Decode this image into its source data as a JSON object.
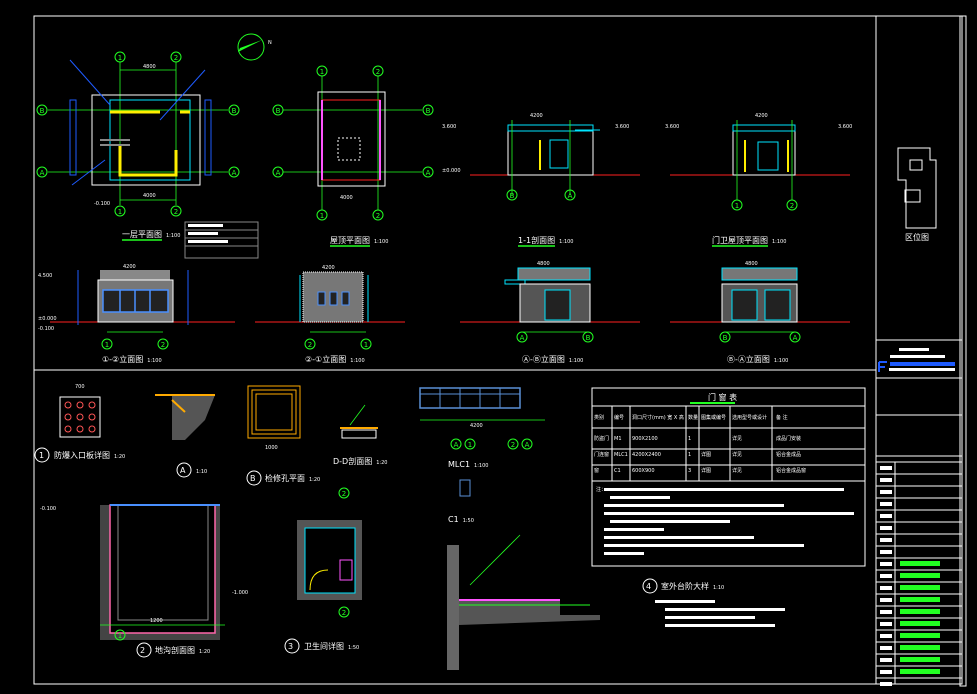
{
  "colors": {
    "background": "#000000",
    "frame": "#ffffff",
    "axis": "#22ff22",
    "wall": "#ffee00",
    "window": "#00e5ff",
    "note": "#1e5bff",
    "grid": "#ff2020"
  },
  "grid_axes": {
    "one": "1",
    "two": "2",
    "a": "A",
    "b": "B"
  },
  "north": "N",
  "drawings": {
    "floor_plan": {
      "title": "一层平面图",
      "scale": "1:100"
    },
    "roof_plan": {
      "title": "屋顶平面图",
      "scale": "1:100"
    },
    "section_1_1": {
      "title": "1-1剖面图",
      "scale": "1:100"
    },
    "guard_roof_plan": {
      "title": "门卫屋顶平面图",
      "scale": "1:100"
    },
    "elev_1_2": {
      "title": "①-②立面图",
      "scale": "1:100"
    },
    "elev_2_1": {
      "title": "②-①立面图",
      "scale": "1:100"
    },
    "elev_a_b": {
      "title": "Ⓐ-Ⓑ立面图",
      "scale": "1:100"
    },
    "elev_b_a": {
      "title": "Ⓑ-Ⓐ立面图",
      "scale": "1:100"
    },
    "detail_1": {
      "num": "1",
      "title": "防爆入口板详图",
      "scale": "1:20"
    },
    "detail_a": {
      "num": "A",
      "scale": "1:10"
    },
    "detail_b": {
      "num": "B",
      "title": "检修孔平面",
      "scale": "1:20"
    },
    "section_d_d": {
      "title": "D-D剖面图",
      "scale": "1:20"
    },
    "mlc1": {
      "title": "MLC1",
      "scale": "1:100"
    },
    "c1": {
      "title": "C1",
      "scale": "1:50"
    },
    "detail_2": {
      "num": "2",
      "title": "地沟剖面图",
      "scale": "1:20"
    },
    "detail_3": {
      "num": "3",
      "title": "卫生间详图",
      "scale": "1:50"
    },
    "detail_4": {
      "num": "4",
      "title": "室外台阶大样",
      "scale": "1:10"
    }
  },
  "dims": {
    "w4800": "4800",
    "w4000": "4000",
    "w4200": "4200",
    "h3600": "3.600",
    "h4500": "4.500",
    "z0": "±0.000",
    "m010": "-0.100",
    "m1000": "-1.000",
    "w700": "700",
    "w1000": "1000",
    "w1200": "1200"
  },
  "door_window_table": {
    "title": "门 窗 表",
    "headers": [
      "类别",
      "编号",
      "洞口尺寸(mm) 宽 X 高",
      "数量",
      "图集或编号",
      "选用型号或设计",
      "备 注"
    ],
    "rows": [
      [
        "防盗门",
        "M1",
        "900X2100",
        "1",
        "",
        "详见",
        "成品门安装"
      ],
      [
        "门连窗",
        "MLC1",
        "4200X2400",
        "1",
        "详图",
        "详见",
        "铝合金成品"
      ],
      [
        "窗",
        "C1",
        "600X900",
        "3",
        "详图",
        "详见",
        "铝合金成品窗"
      ]
    ],
    "notes_label": "注："
  },
  "title_block": {
    "location_map": "区位图"
  }
}
